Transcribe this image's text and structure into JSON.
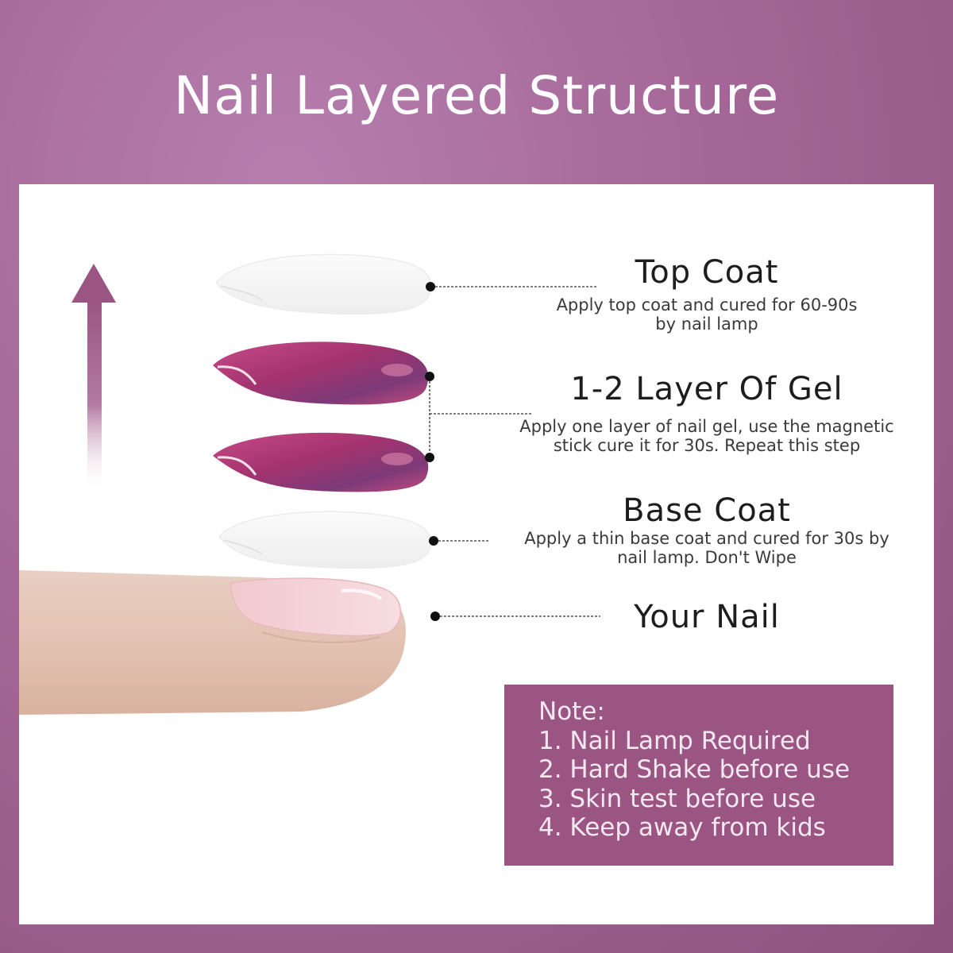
{
  "title": "Nail Layered Structure",
  "layers": [
    {
      "name": "Top Coat",
      "description": [
        "Apply top coat and cured for 60-90s",
        "by nail lamp"
      ]
    },
    {
      "name": "1-2 Layer Of Gel",
      "description": [
        "Apply one layer of nail gel, use the magnetic",
        "stick cure it for 30s. Repeat this step"
      ]
    },
    {
      "name": "Base Coat",
      "description": [
        "Apply a thin base coat and cured for  30s by",
        "nail lamp. Don't Wipe"
      ]
    },
    {
      "name": "Your Nail",
      "description": []
    }
  ],
  "note": {
    "heading": "Note:",
    "items": [
      "1. Nail Lamp Required",
      "2. Hard Shake before use",
      "3. Skin test before use",
      "4. Keep away from kids"
    ]
  },
  "colors": {
    "background": "#a56797",
    "note_box": "#9b5583",
    "gel": "#a63a78",
    "arrow": "#9b5583"
  },
  "icons": [
    "up-arrow-icon",
    "finger-illustration",
    "top-coat-layer",
    "gel-layer",
    "base-coat-layer"
  ]
}
